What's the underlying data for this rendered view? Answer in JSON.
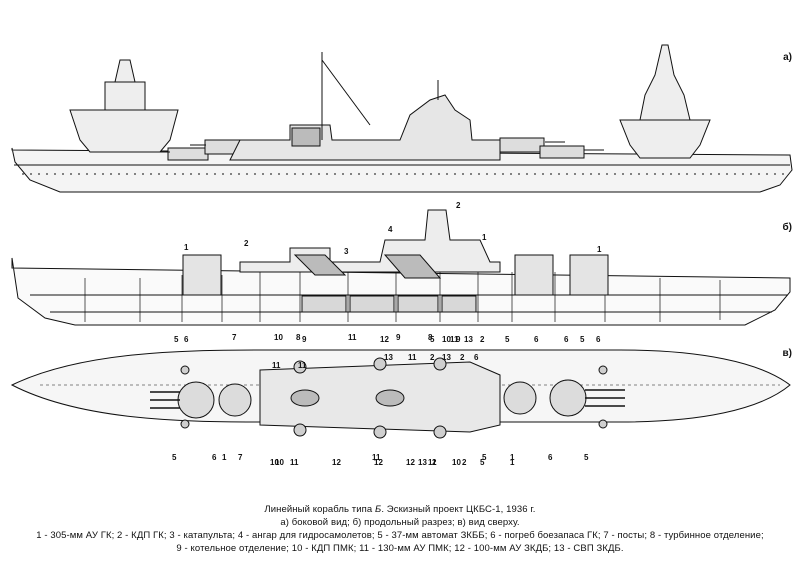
{
  "views": {
    "a": "а)",
    "b": "б)",
    "c": "в)"
  },
  "callouts": {
    "section": [
      "1",
      "2",
      "3",
      "4",
      "2",
      "1",
      "1",
      "5",
      "6",
      "7",
      "8",
      "9",
      "10",
      "11",
      "9",
      "12",
      "8",
      "9",
      "10",
      "11",
      "13",
      "2",
      "5",
      "5",
      "6",
      "6",
      "5",
      "6"
    ],
    "plan": [
      "5",
      "6",
      "7",
      "11",
      "10",
      "11",
      "2",
      "13",
      "11",
      "13",
      "12",
      "2",
      "6",
      "5",
      "1",
      "2",
      "1",
      "10",
      "11",
      "12",
      "11",
      "12",
      "13",
      "11",
      "10",
      "2",
      "5",
      "1",
      "6",
      "5"
    ]
  },
  "caption": {
    "title_prefix": "Линейный корабль типа ",
    "title_type": "Б",
    "title_suffix": ". Эскизный проект ЦКБС-1, 1936 г.",
    "views_line": "а) боковой вид; б) продольный разрез; в) вид сверху.",
    "legend_line1": "1 - 305-мм АУ ГК; 2 - КДП ГК; 3 - катапульта; 4 - ангар для гидросамолетов; 5 - 37-мм автомат ЗКББ; 6 - погреб боезапаса ГК; 7 - посты; 8 - турбинное отделение;",
    "legend_line2": "9 - котельное отделение; 10 - КДП ПМК; 11 - 130-мм АУ ПМК; 12 - 100-мм АУ ЗКДБ; 13 - СВП ЗКДБ."
  }
}
